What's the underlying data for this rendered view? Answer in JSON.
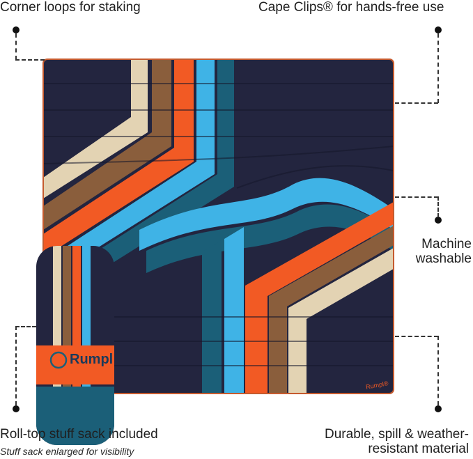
{
  "callouts": {
    "corner_loops": "Corner loops for staking",
    "cape_clips": "Cape Clips® for hands-free use",
    "machine_washable_1": "Machine",
    "machine_washable_2": "washable",
    "stuff_sack": "Roll-top stuff sack included",
    "stuff_sack_note": "Stuff sack enlarged for visibility",
    "durable_1": "Durable, spill & weather-",
    "durable_2": "resistant material"
  },
  "brand": {
    "sack_logo": "Rumpl",
    "blanket_tag": "Rumpl®"
  },
  "colors": {
    "navy": "#23253f",
    "sky_blue": "#3fb3e6",
    "orange": "#f25a24",
    "brown": "#8a5e3c",
    "sand": "#e3d3b3",
    "teal": "#1b5f78"
  }
}
